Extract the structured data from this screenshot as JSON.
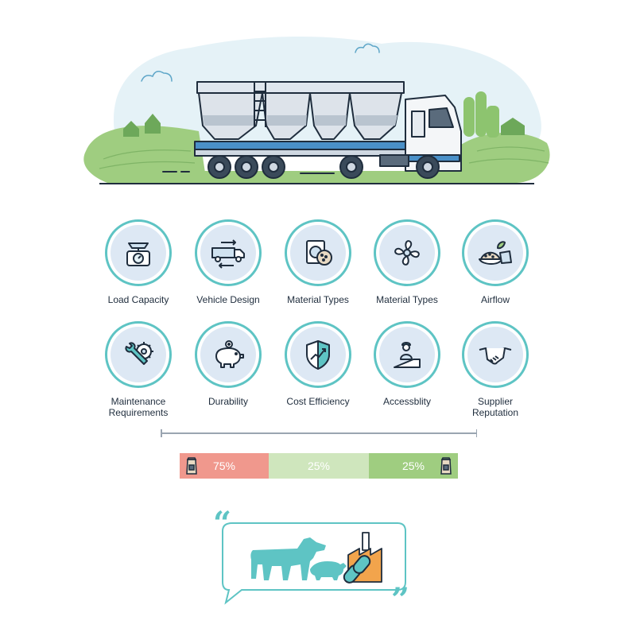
{
  "features": [
    {
      "label": "Load Capacity",
      "icon": "scale-icon"
    },
    {
      "label": "Vehicle Design",
      "icon": "truck-icon"
    },
    {
      "label": "Material Types",
      "icon": "feed-bag-icon"
    },
    {
      "label": "Material Types",
      "icon": "fan-icon"
    },
    {
      "label": "Airflow",
      "icon": "grain-pile-icon"
    },
    {
      "label": "Maintenance\nRequirements",
      "icon": "wrench-gear-icon"
    },
    {
      "label": "Durability",
      "icon": "piggy-bank-icon"
    },
    {
      "label": "Cost Efficiency",
      "icon": "shield-chart-icon"
    },
    {
      "label": "Accessblity",
      "icon": "worker-ramp-icon"
    },
    {
      "label": "Supplier\nReputation",
      "icon": "handshake-icon"
    }
  ],
  "share_bar": {
    "segments": [
      {
        "label": "75%",
        "color": "#f0988d"
      },
      {
        "label": "25%",
        "color": "#cfe6bd"
      },
      {
        "label": "25%",
        "color": "#9fcd80"
      }
    ]
  },
  "colors": {
    "accent": "#5ec4c4",
    "icon_background": "#dde8f4",
    "field_green": "#9fcd80",
    "truck_blue": "#4a90c8"
  }
}
